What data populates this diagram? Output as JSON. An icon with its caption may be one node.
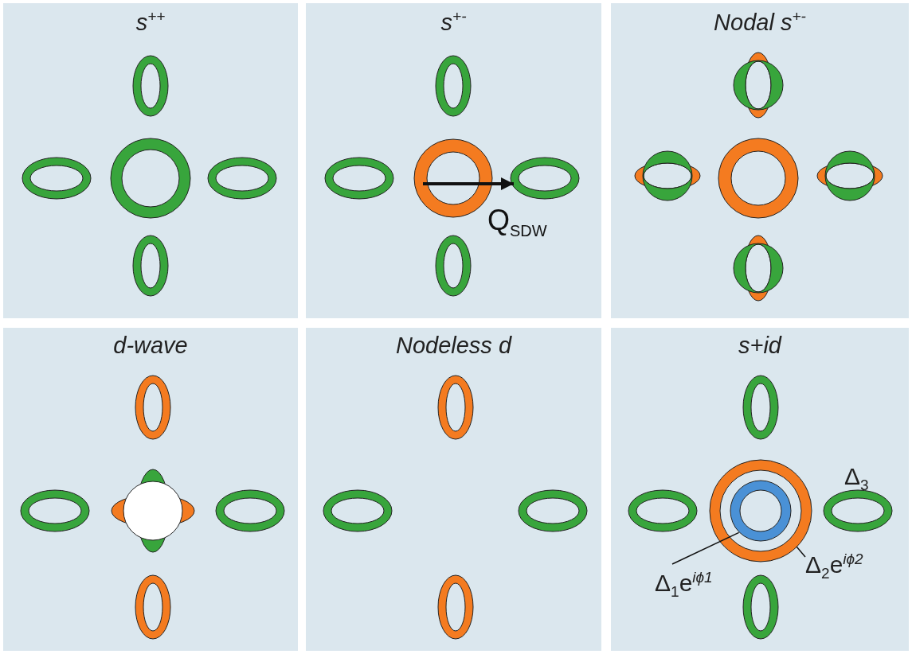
{
  "diagram": {
    "nodes": [
      {
        "text": [
          "s$^{++}$"
        ]
      },
      {
        "text": [
          "s$^{+-}$"
        ]
      },
      {
        "text": [],
        "shape": "circle",
        "in": 1
      },
      {
        "text": [],
        "shape": "ellipse",
        "in": 1
      },
      {
        "text": [
          "Nodal s$^{+-}$"
        ]
      },
      {
        "text": [
          "d-wave"
        ]
      },
      {
        "text": [
          "Nodeless d"
        ]
      },
      {
        "text": [
          "s+id"
        ]
      },
      {
        "text": [],
        "shape": "circle",
        "in": 7
      },
      {
        "text": [],
        "shape": "circle",
        "in": 8
      },
      {
        "text": [
          "Δ$_{1}$e$^{iϕ1}$"
        ],
        "in": 7
      },
      {
        "text": [
          "Δ$_{2}$e$^{iϕ2}$"
        ],
        "in": 7
      }
    ],
    "edges": [
      {
        "from": 2,
        "to": 3,
        "arrow": "to",
        "label": "Q$_{SDW}$",
        "style": "thick"
      },
      {
        "from": 10,
        "to": 9,
        "arrow": "none"
      },
      {
        "from": 11,
        "to": 8,
        "arrow": "none"
      }
    ],
    "labels": [
      "Δ$_{3}$"
    ]
  }
}
